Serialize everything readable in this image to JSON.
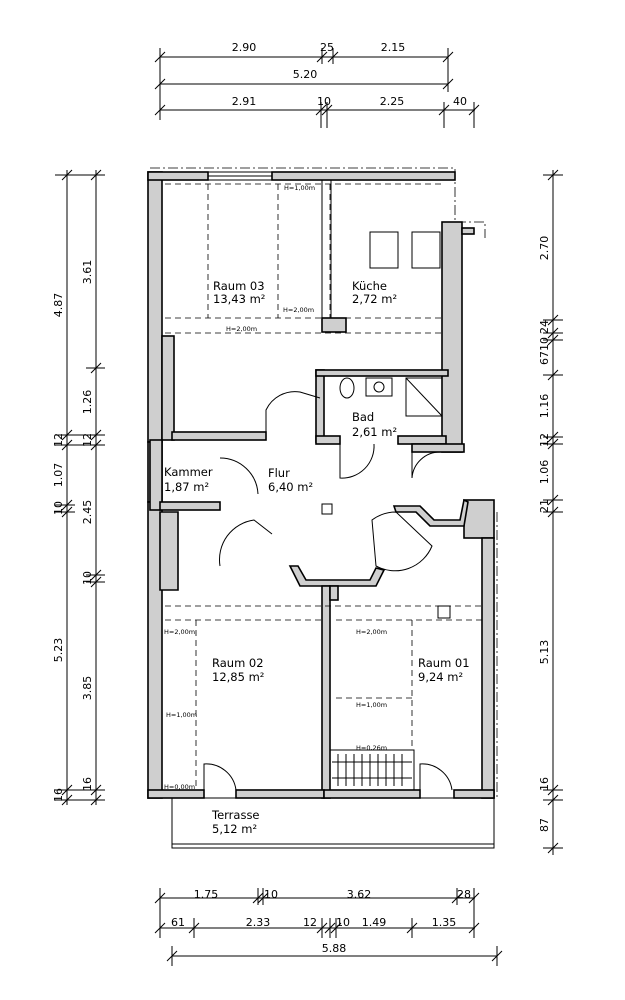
{
  "dimensions": {
    "top_row1": [
      "2.90",
      "25",
      "2.15"
    ],
    "top_row2": [
      "5.20"
    ],
    "top_row3": [
      "2.91",
      "10",
      "2.25",
      "40"
    ],
    "left_outer": [
      "4.87",
      "12",
      "1.07",
      "10",
      "5.23",
      "16"
    ],
    "left_inner": [
      "3.61",
      "1.26",
      "12",
      "2.45",
      "10",
      "3.85",
      "16"
    ],
    "right": [
      "2.70",
      "24",
      "10",
      "67",
      "1.16",
      "12",
      "1.06",
      "21",
      "5.13",
      "16",
      "87"
    ],
    "bottom_row1": [
      "1.75",
      "10",
      "3.62",
      "28"
    ],
    "bottom_row2": [
      "61",
      "2.33",
      "12",
      "10",
      "1.49",
      "1.35"
    ],
    "bottom_row3": [
      "5.88"
    ]
  },
  "rooms": [
    {
      "name": "Raum  03",
      "area": "13,43  m²"
    },
    {
      "name": "Küche",
      "area": "2,72  m²"
    },
    {
      "name": "Bad",
      "area": "2,61  m²"
    },
    {
      "name": "Kammer",
      "area": "1,87  m²"
    },
    {
      "name": "Flur",
      "area": "6,40  m²"
    },
    {
      "name": "Raum  02",
      "area": "12,85  m²"
    },
    {
      "name": "Raum  01",
      "area": "9,24  m²"
    },
    {
      "name": "Terrasse",
      "area": "5,12  m²"
    }
  ],
  "heights": [
    "H=1,00m",
    "H=2,00m",
    "H=2,00m",
    "H=2,00m",
    "H=1,00m",
    "H=0,00m",
    "H=2,00m",
    "H=1,00m",
    "H=0,26m"
  ]
}
